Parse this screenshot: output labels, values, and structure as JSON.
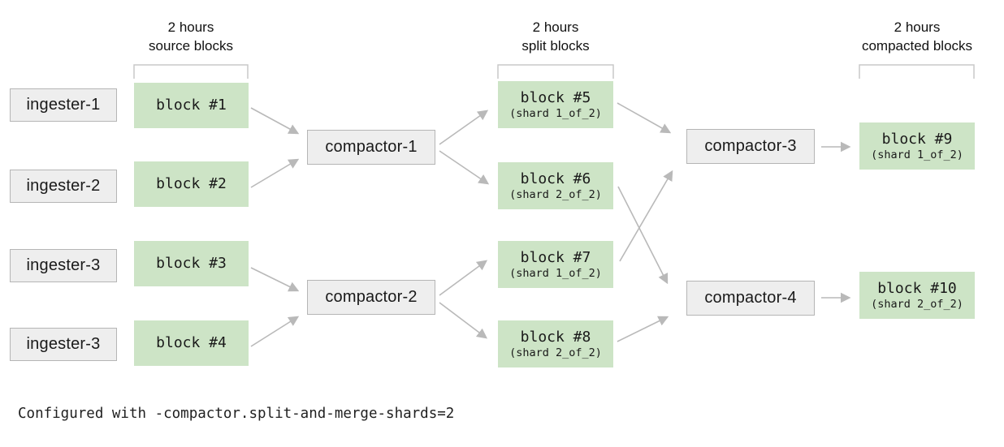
{
  "diagram": {
    "headers": {
      "source": {
        "line1": "2 hours",
        "line2": "source blocks"
      },
      "split": {
        "line1": "2 hours",
        "line2": "split blocks"
      },
      "compacted": {
        "line1": "2 hours",
        "line2": "compacted blocks"
      }
    },
    "ingesters": [
      {
        "label": "ingester-1"
      },
      {
        "label": "ingester-2"
      },
      {
        "label": "ingester-3"
      },
      {
        "label": "ingester-3"
      }
    ],
    "source_blocks": [
      {
        "label": "block #1"
      },
      {
        "label": "block #2"
      },
      {
        "label": "block #3"
      },
      {
        "label": "block #4"
      }
    ],
    "compactors": [
      {
        "label": "compactor-1"
      },
      {
        "label": "compactor-2"
      },
      {
        "label": "compactor-3"
      },
      {
        "label": "compactor-4"
      }
    ],
    "split_blocks": [
      {
        "label": "block #5",
        "shard": "(shard 1_of_2)"
      },
      {
        "label": "block #6",
        "shard": "(shard 2_of_2)"
      },
      {
        "label": "block #7",
        "shard": "(shard 1_of_2)"
      },
      {
        "label": "block #8",
        "shard": "(shard 2_of_2)"
      }
    ],
    "compacted_blocks": [
      {
        "label": "block #9",
        "shard": "(shard 1_of_2)"
      },
      {
        "label": "block #10",
        "shard": "(shard 2_of_2)"
      }
    ],
    "edges": [
      {
        "from": "block #1",
        "to": "compactor-1"
      },
      {
        "from": "block #2",
        "to": "compactor-1"
      },
      {
        "from": "block #3",
        "to": "compactor-2"
      },
      {
        "from": "block #4",
        "to": "compactor-2"
      },
      {
        "from": "compactor-1",
        "to": "block #5"
      },
      {
        "from": "compactor-1",
        "to": "block #6"
      },
      {
        "from": "compactor-2",
        "to": "block #7"
      },
      {
        "from": "compactor-2",
        "to": "block #8"
      },
      {
        "from": "block #5",
        "to": "compactor-3"
      },
      {
        "from": "block #6",
        "to": "compactor-4"
      },
      {
        "from": "block #7",
        "to": "compactor-3"
      },
      {
        "from": "block #8",
        "to": "compactor-4"
      },
      {
        "from": "compactor-3",
        "to": "block #9"
      },
      {
        "from": "compactor-4",
        "to": "block #10"
      }
    ],
    "footer": "Configured with -compactor.split-and-merge-shards=2",
    "colors": {
      "block_fill": "#cde4c6",
      "node_fill": "#eeeeee",
      "node_border": "#b5b5b5",
      "arrow": "#b9b9b9",
      "bracket": "#c9c9c9",
      "background": "#ffffff",
      "text": "#1a1a1a"
    }
  }
}
